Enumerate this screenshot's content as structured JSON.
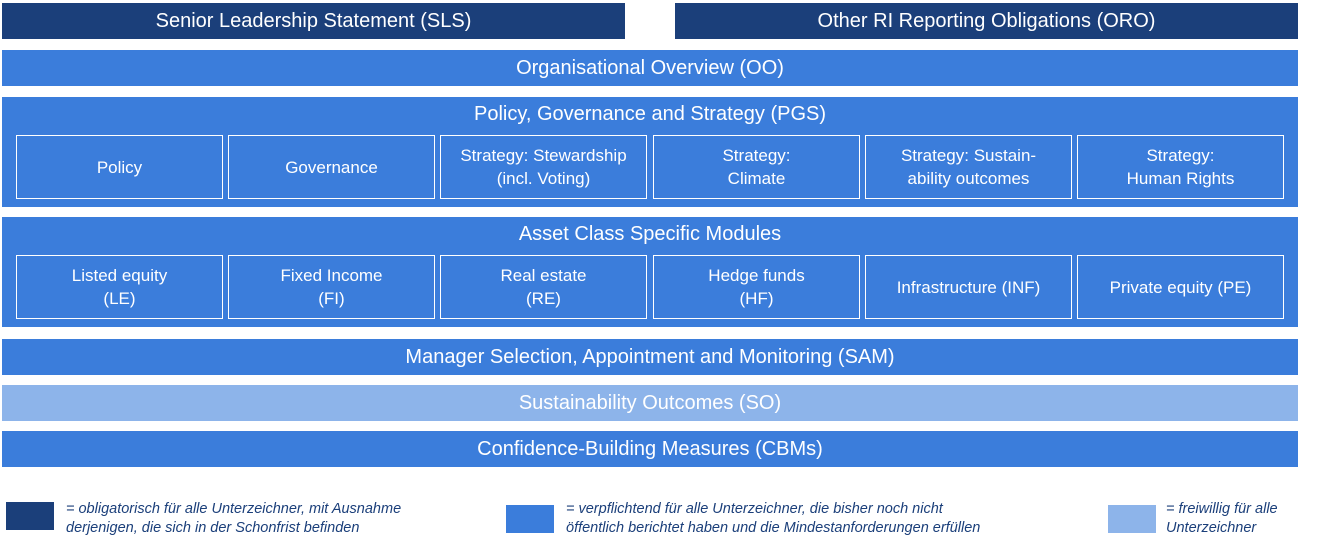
{
  "top_row": {
    "sls": "Senior Leadership Statement (SLS)",
    "oro": "Other RI Reporting Obligations (ORO)"
  },
  "oo": "Organisational Overview (OO)",
  "pgs": {
    "title": "Policy, Governance and Strategy (PGS)",
    "cells": [
      "Policy",
      "Governance",
      "Strategy: Stewardship\n(incl. Voting)",
      "Strategy:\nClimate",
      "Strategy: Sustain-\nability outcomes",
      "Strategy:\nHuman Rights"
    ]
  },
  "asset": {
    "title": "Asset Class Specific Modules",
    "cells": [
      "Listed equity\n(LE)",
      "Fixed Income\n(FI)",
      "Real estate\n(RE)",
      "Hedge funds\n(HF)",
      "Infrastructure (INF)",
      "Private equity (PE)"
    ]
  },
  "sam": "Manager Selection, Appointment and Monitoring (SAM)",
  "so": "Sustainability Outcomes (SO)",
  "cbm": "Confidence-Building Measures (CBMs)",
  "legend": {
    "dark": "= obligatorisch für alle Unterzeichner, mit Ausnahme\nderjenigen, die sich in der Schonfrist befinden",
    "mid": "= verpflichtend für alle Unterzeichner, die bisher noch nicht\nöffentlich berichtet haben und die Mindestanforderungen erfüllen",
    "light": "= freiwillig für alle\nUnterzeichner"
  },
  "colors": {
    "dark": "#1b3f7a",
    "mid": "#3b7ddb",
    "light": "#8db4ea"
  }
}
